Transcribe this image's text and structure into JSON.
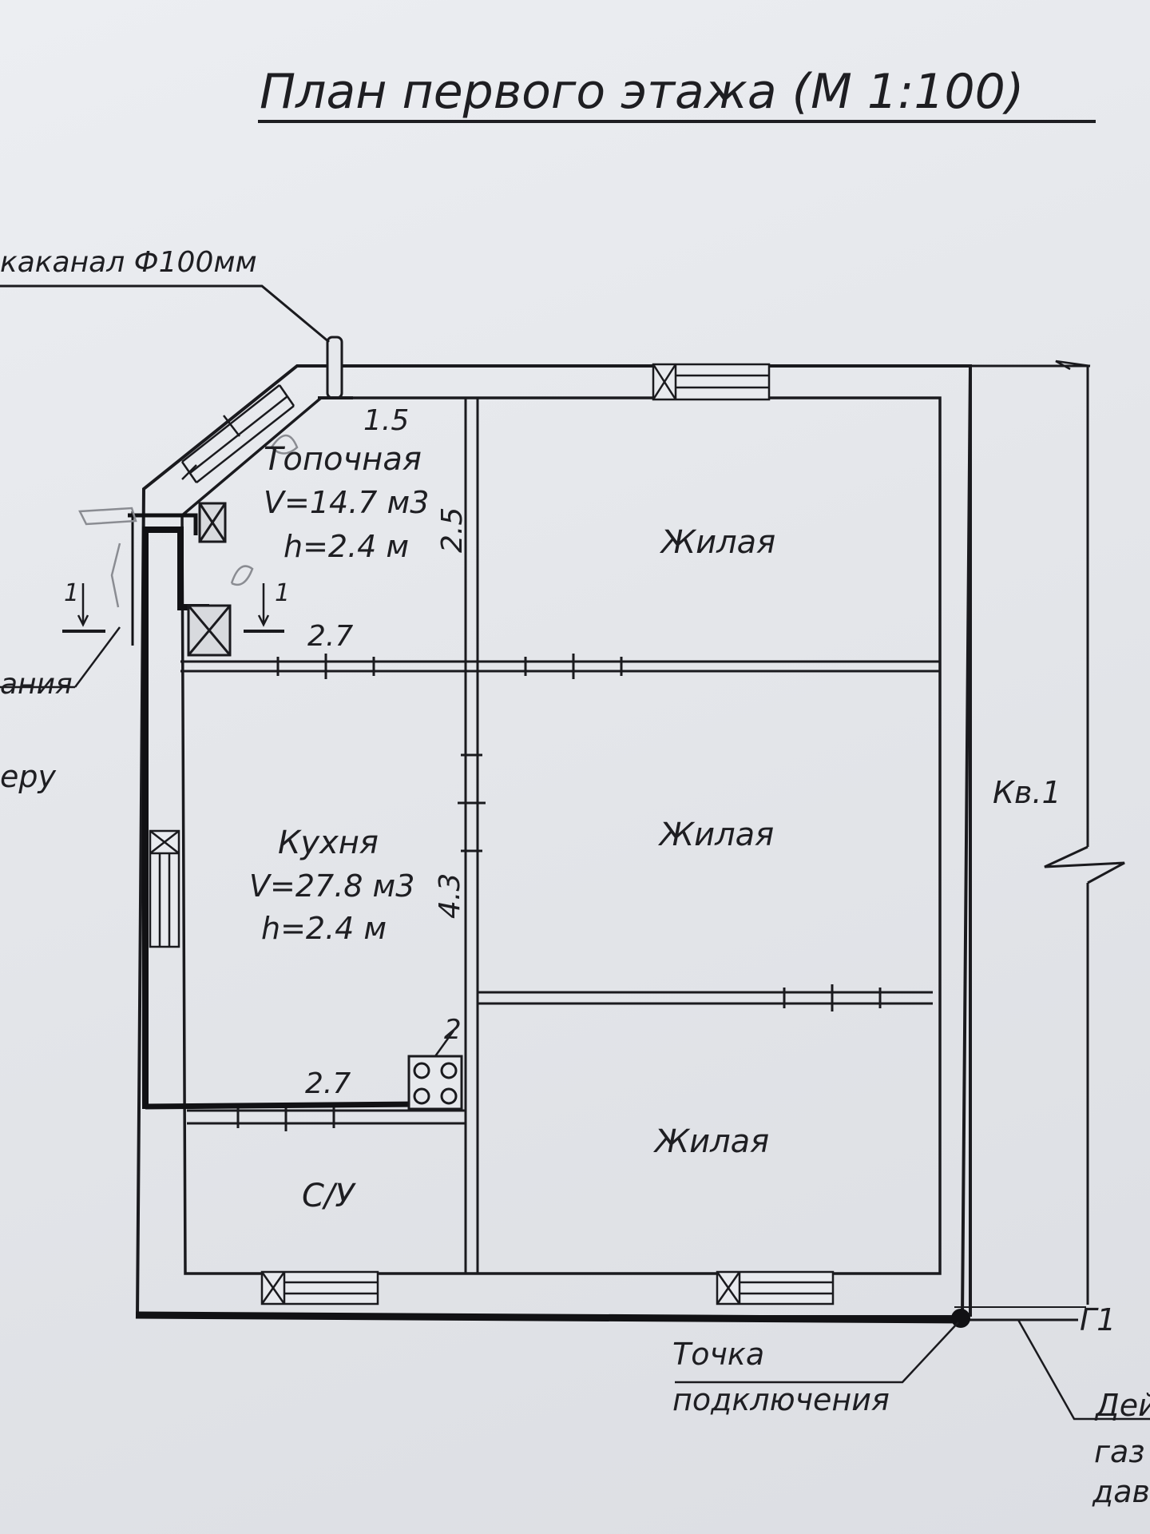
{
  "title": "План первого этажа (М 1:100)",
  "labels": {
    "vent": "каканал Ф100мм",
    "left_mid": "ания",
    "left_lower": "еру",
    "boiler_num": "1.5",
    "boiler_name": "Топочная",
    "boiler_vol": "V=14.7 м3",
    "boiler_h": "h=2.4 м",
    "dim_25": "2.5",
    "dim_27_top": "2.7",
    "section_left": "1",
    "section_right": "1",
    "kitchen_name": "Кухня",
    "kitchen_vol": "V=27.8 м3",
    "kitchen_h": "h=2.4 м",
    "dim_43": "4.3",
    "dim_27_bottom": "2.7",
    "stove_num": "2",
    "bath": "С/У",
    "living1": "Жилая",
    "living2": "Жилая",
    "living3": "Жилая",
    "apt": "Кв.1",
    "point_1": "Точка",
    "point_2": "подключения",
    "g1": "Г1",
    "note_1": "Дей",
    "note_2": "газ",
    "note_3": "дав"
  }
}
